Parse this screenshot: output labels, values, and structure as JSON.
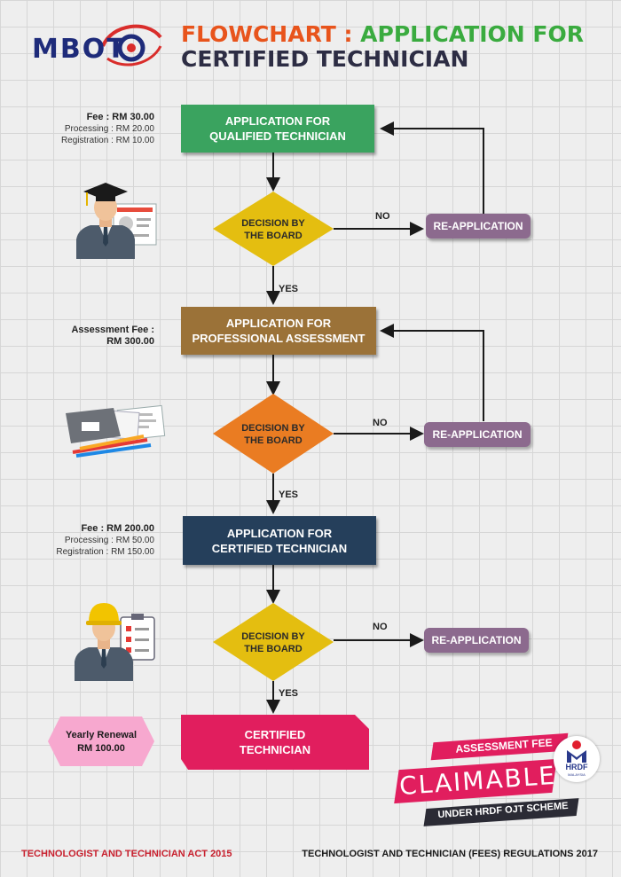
{
  "logo": {
    "text": "MBOT"
  },
  "header": {
    "title_part1": "FLOWCHART :",
    "title_part2": "APPLICATION FOR",
    "title_line2": "CERTIFIED TECHNICIAN"
  },
  "step1": {
    "box_line1": "APPLICATION FOR",
    "box_line2": "QUALIFIED TECHNICIAN",
    "fee_title": "Fee : RM 30.00",
    "fee_line1": "Processing : RM 20.00",
    "fee_line2": "Registration : RM 10.00",
    "decision_line1": "DECISION BY",
    "decision_line2": "THE BOARD",
    "no_label": "NO",
    "yes_label": "YES",
    "reapp": "RE-APPLICATION"
  },
  "step2": {
    "box_line1": "APPLICATION FOR",
    "box_line2": "PROFESSIONAL ASSESSMENT",
    "fee_title": "Assessment Fee :",
    "fee_line1": "RM 300.00",
    "decision_line1": "DECISION BY",
    "decision_line2": "THE BOARD",
    "no_label": "NO",
    "yes_label": "YES",
    "reapp": "RE-APPLICATION"
  },
  "step3": {
    "box_line1": "APPLICATION FOR",
    "box_line2": "CERTIFIED TECHNICIAN",
    "fee_title": "Fee : RM 200.00",
    "fee_line1": "Processing : RM 50.00",
    "fee_line2": "Registration : RM 150.00",
    "decision_line1": "DECISION BY",
    "decision_line2": "THE BOARD",
    "no_label": "NO",
    "yes_label": "YES",
    "reapp": "RE-APPLICATION"
  },
  "final": {
    "box_line1": "CERTIFIED",
    "box_line2": "TECHNICIAN",
    "renewal_line1": "Yearly Renewal",
    "renewal_line2": "RM 100.00"
  },
  "claim": {
    "line1": "ASSESSMENT FEE",
    "line2": "CLAIMABLE",
    "line3": "UNDER HRDF OJT SCHEME",
    "hrdf_logo": "HRDF",
    "hrdf_sub": "MALAYSIA"
  },
  "footer": {
    "left": "TECHNOLOGIST AND TECHNICIAN ACT 2015",
    "right": "TECHNOLOGIST AND TECHNICIAN (FEES) REGULATIONS 2017"
  },
  "colors": {
    "green": "#3aa35f",
    "brown": "#9b7238",
    "navy": "#253f5b",
    "pink": "#e11e5e",
    "diamond_yellow": "#e4be10",
    "diamond_orange": "#ea7c22",
    "reapp_purple": "#8c6a8e",
    "title_orange": "#e8541c",
    "title_green": "#3aab3f",
    "footer_red": "#c8202e"
  },
  "icons": [
    "graduate-icon",
    "documents-icon",
    "engineer-icon",
    "hrdf-logo-icon"
  ]
}
